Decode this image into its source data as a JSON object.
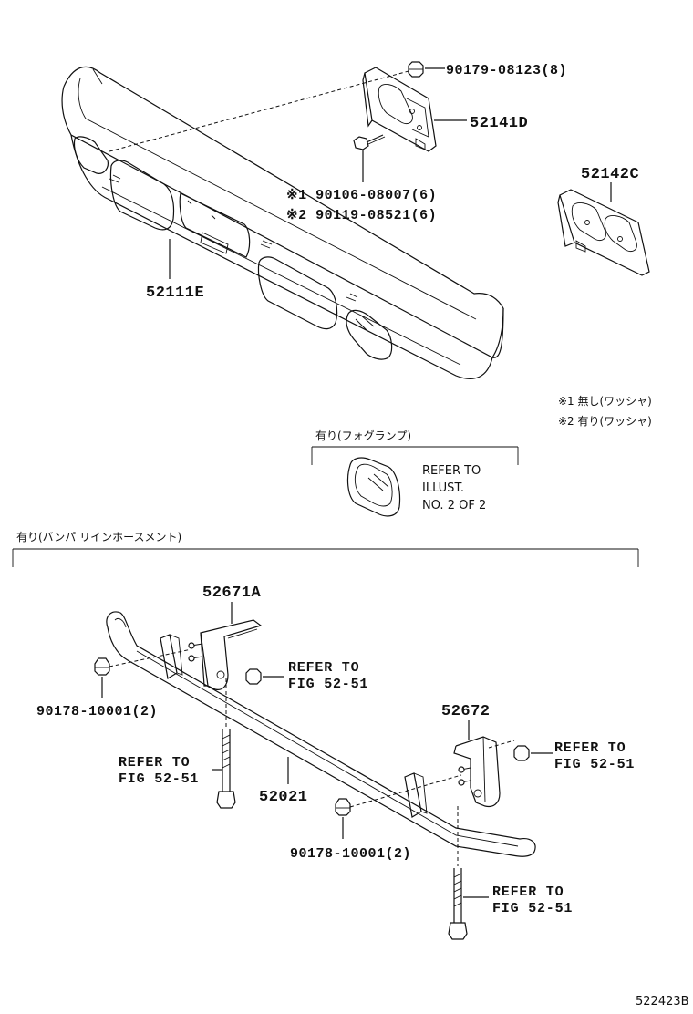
{
  "labels": {
    "nut_top": "90179-08123(8)",
    "bracket_d": "52141D",
    "bracket_c": "52142C",
    "bolt_1": "※1 90106-08007(6)",
    "bolt_2": "※2 90119-08521(6)",
    "bumper_cover": "52111E",
    "note_1": "※1 無し(ワッシャ)",
    "note_2": "※2 有り(ワッシャ)",
    "fog_header": "有り(フォグランプ)",
    "fog_refer_1": "REFER TO",
    "fog_refer_2": "ILLUST.",
    "fog_refer_3": "NO. 2 OF 2",
    "reinf_header": "有り(バンパ リインホースメント)",
    "stay_a": "52671A",
    "stay_b": "52672",
    "reinforcement": "52021",
    "nut_left": "90178-10001(2)",
    "nut_bottom": "90178-10001(2)",
    "ref1_a": "REFER TO",
    "ref1_b": "FIG 52-51",
    "ref2_a": "REFER TO",
    "ref2_b": "FIG 52-51",
    "ref3_a": "REFER TO",
    "ref3_b": "FIG 52-51",
    "ref4_a": "REFER TO",
    "ref4_b": "FIG 52-51",
    "fig_code": "522423B"
  }
}
